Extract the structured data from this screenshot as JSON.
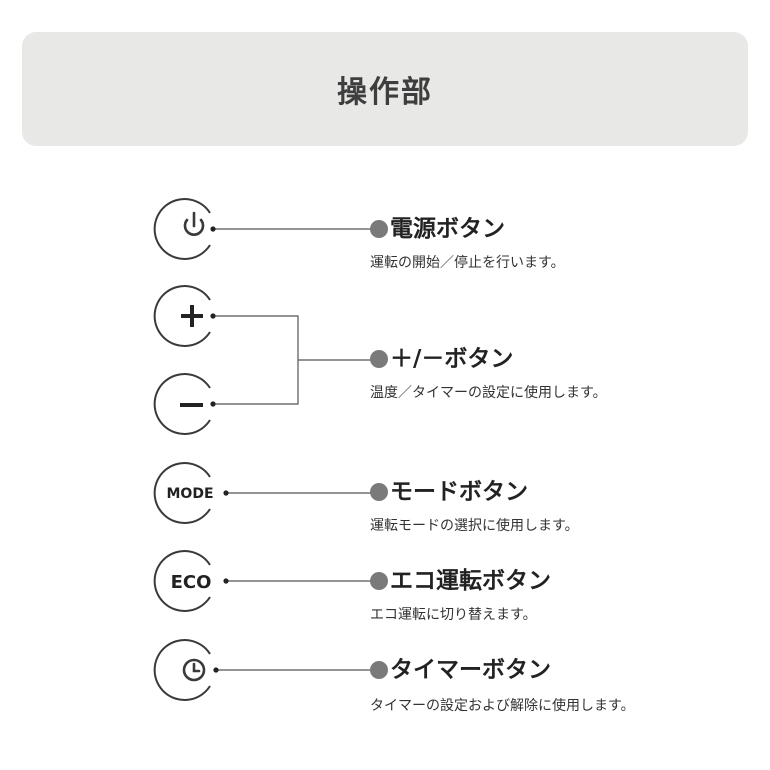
{
  "header": {
    "title": "操作部"
  },
  "buttons": [
    {
      "id": "power",
      "icon": "power-icon",
      "title": "電源ボタン",
      "description": "運転の開始／停止を行います。"
    },
    {
      "id": "plus",
      "icon": "plus-icon",
      "glyph": "+"
    },
    {
      "id": "minus",
      "icon": "minus-icon",
      "glyph": "−"
    },
    {
      "id": "plusminus",
      "title": "＋/－ボタン",
      "description": "温度／タイマーの設定に使用します。"
    },
    {
      "id": "mode",
      "icon": "mode-icon",
      "label": "MODE",
      "title": "モードボタン",
      "description": "運転モードの選択に使用します。"
    },
    {
      "id": "eco",
      "icon": "eco-icon",
      "label": "ECO",
      "title": "エコ運転ボタン",
      "description": "エコ運転に切り替えます。"
    },
    {
      "id": "timer",
      "icon": "clock-icon",
      "title": "タイマーボタン",
      "description": "タイマーの設定および解除に使用します。"
    }
  ],
  "colors": {
    "header_bg": "#e8e9e6",
    "line": "#555555",
    "bullet": "#7a7a7a"
  }
}
